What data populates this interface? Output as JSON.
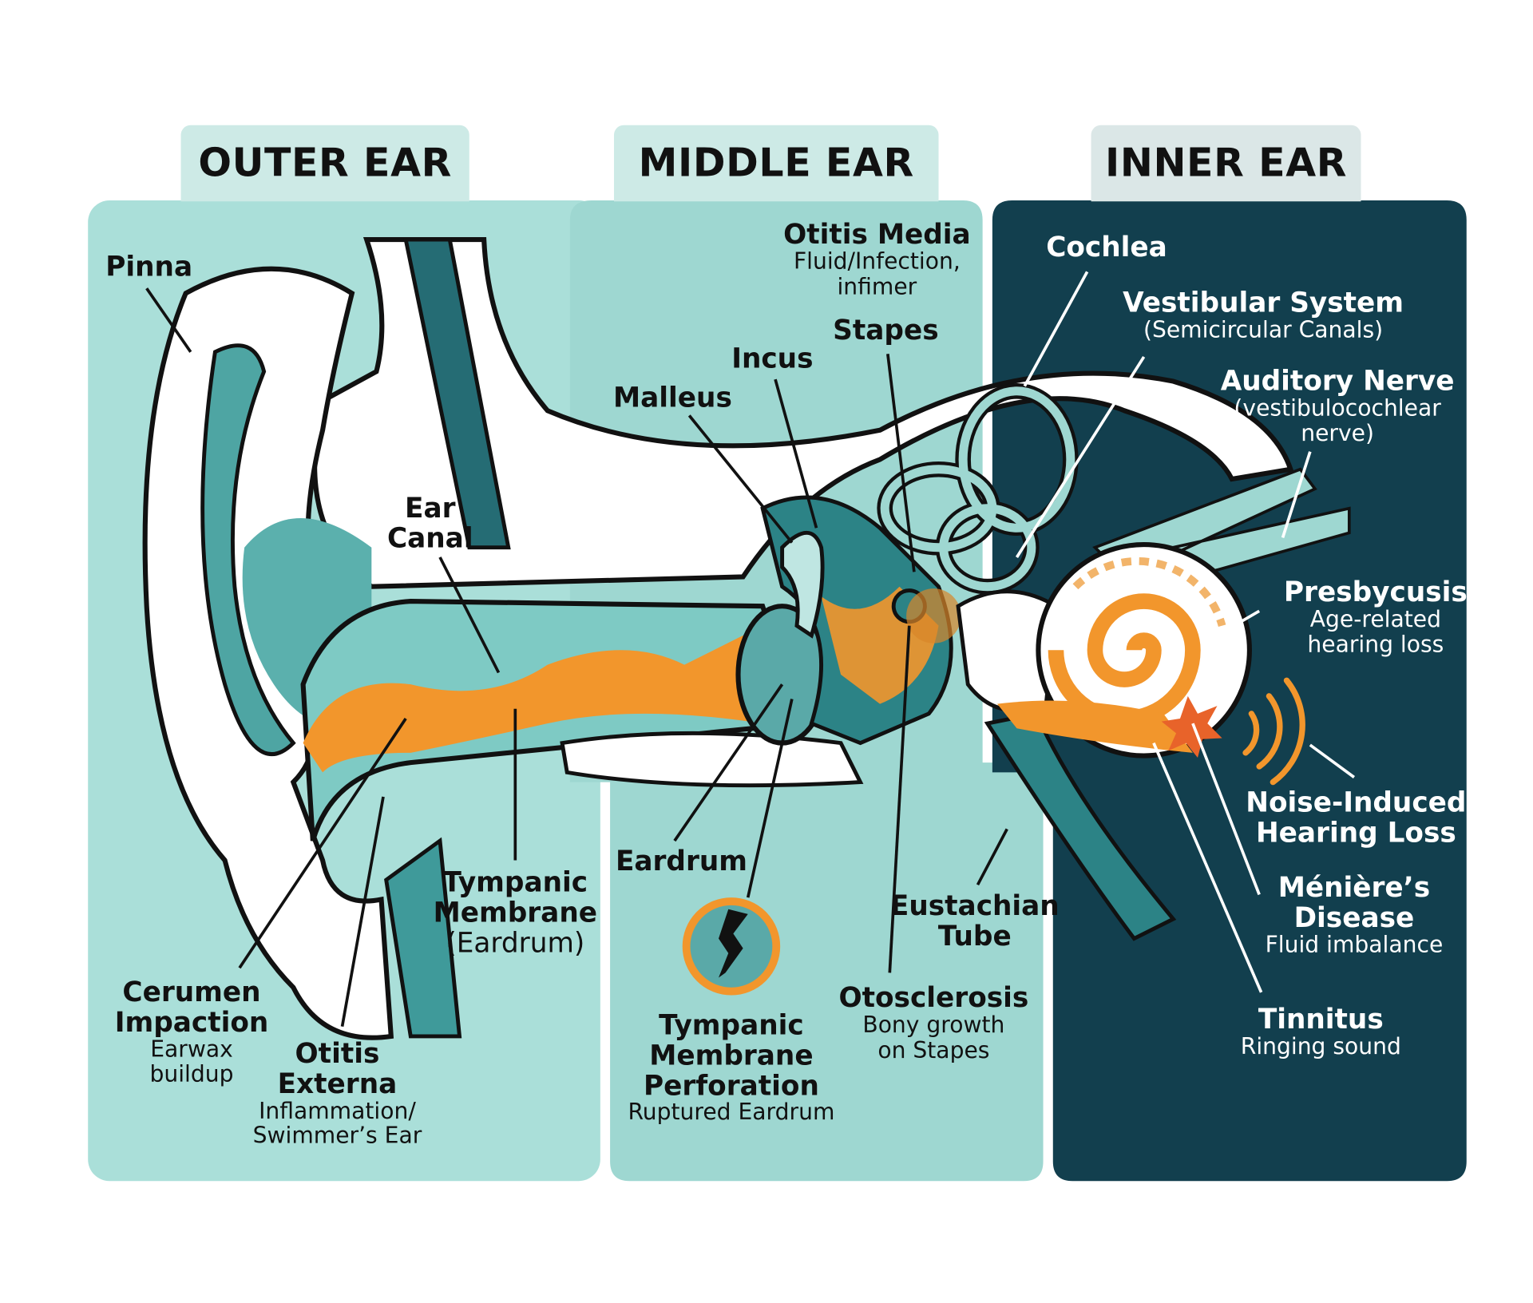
{
  "sections": {
    "outer": "OUTER EAR",
    "middle": "MIDDLE EAR",
    "inner": "INNER EAR"
  },
  "labels": {
    "pinna": "Pinna",
    "ear_canal": [
      "Ear",
      "Canal"
    ],
    "tympanic_membrane": [
      "Tympanic",
      "Membrane",
      "(Eardrum)"
    ],
    "cerumen": {
      "title": [
        "Cerumen",
        "Impaction"
      ],
      "sub": [
        "Earwax",
        "buildup"
      ]
    },
    "otitis_externa": {
      "title": [
        "Otitis",
        "Externa"
      ],
      "sub": [
        "Inflammation/",
        "Swimmer’s Ear"
      ]
    },
    "otitis_media": {
      "title": "Otitis Media",
      "sub": [
        "Fluid/Infection,",
        "infimer"
      ]
    },
    "stapes": "Stapes",
    "incus": "Incus",
    "malleus": "Malleus",
    "eardrum": "Eardrum",
    "perforation": {
      "title": [
        "Tympanic",
        "Membrane",
        "Perforation"
      ],
      "sub": "Ruptured Eardrum"
    },
    "eustachian": [
      "Eustachian",
      "Tube"
    ],
    "otosclerosis": {
      "title": "Otosclerosis",
      "sub": [
        "Bony growth",
        "on Stapes"
      ]
    },
    "cochlea": "Cochlea",
    "vestibular": {
      "title": "Vestibular System",
      "sub": "(Semicircular Canals)"
    },
    "auditory_nerve": {
      "title": "Auditory Nerve",
      "sub": [
        "(vestibulocochlear",
        "nerve)"
      ]
    },
    "presbycusis": {
      "title": "Presbycusis",
      "sub": [
        "Age-related",
        "hearing loss"
      ]
    },
    "noise": {
      "title": [
        "Noise-Induced",
        "Hearing Loss"
      ]
    },
    "meniere": {
      "title": [
        "Ménière’s",
        "Disease"
      ],
      "sub": "Fluid imbalance"
    },
    "tinnitus": {
      "title": "Tinnitus",
      "sub": "Ringing sound"
    }
  },
  "colors": {
    "outer_panel": "#a9dfd8",
    "middle_panel": "#9fd8d2",
    "inner_panel": "#123f4e",
    "accent_orange": "#f2962c",
    "teal": "#3f9a9a"
  }
}
